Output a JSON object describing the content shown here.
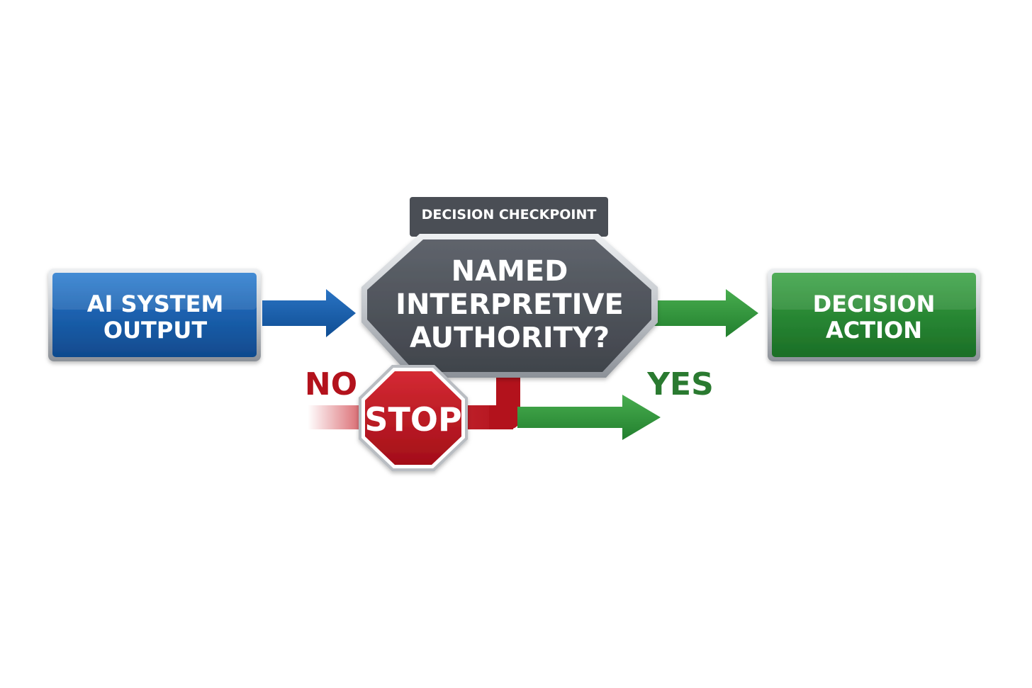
{
  "diagram": {
    "input_box": {
      "lines": [
        "AI SYSTEM",
        "OUTPUT"
      ],
      "color": "#1b5ea8"
    },
    "checkpoint": {
      "tab_label": "DECISION CHECKPOINT",
      "question_lines": [
        "NAMED",
        "INTERPRETIVE",
        "AUTHORITY?"
      ],
      "color": "#4b5058"
    },
    "output_box": {
      "lines": [
        "DECISION",
        "ACTION"
      ],
      "color": "#2a8a35"
    },
    "no_branch": {
      "label": "NO",
      "sign_text": "STOP",
      "color": "#b3121c"
    },
    "yes_branch": {
      "label": "YES",
      "color": "#2a8a35"
    }
  }
}
